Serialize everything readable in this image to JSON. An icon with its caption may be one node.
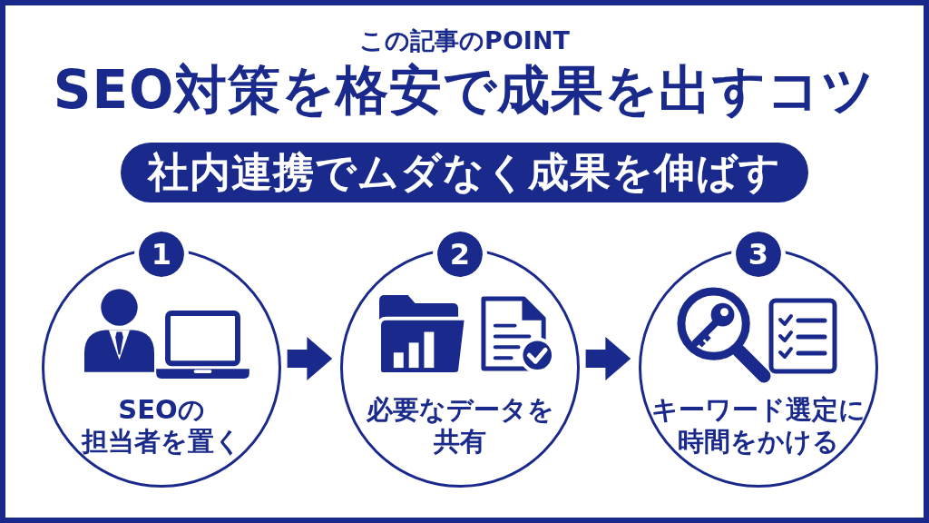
{
  "diagram": {
    "title": "SEO対策を格安で成果を出すコツ",
    "nodes": [
      {
        "text": [
          "社内連携でムダなく成果を伸ばす"
        ]
      },
      {
        "text": [
          "1"
        ]
      },
      {
        "text": [
          "SEOの担当者を置く"
        ]
      },
      {
        "text": [
          "2"
        ]
      },
      {
        "text": [
          "必要なデータを共有"
        ]
      },
      {
        "text": [
          "3"
        ]
      },
      {
        "text": [
          "キーワード選定に時間をかける"
        ]
      }
    ],
    "edges": [
      {
        "from": 2,
        "to": 4,
        "arrow": "to"
      },
      {
        "from": 4,
        "to": 6,
        "arrow": "to"
      }
    ],
    "labels": [
      "この記事のPOINT"
    ]
  }
}
